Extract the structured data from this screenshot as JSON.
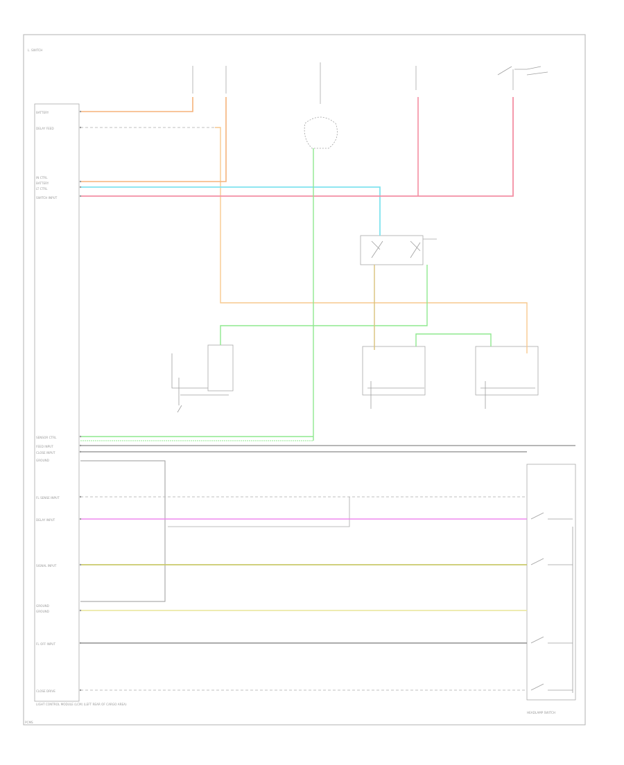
{
  "diagram": {
    "colors": {
      "orange": "#f5b27a",
      "light_orange": "#f7c98e",
      "cyan": "#7fe3ef",
      "pink": "#f38ea2",
      "green": "#8ee88e",
      "magenta": "#ee88ee",
      "olive": "#d4d27a",
      "yellow": "#ebe8a6",
      "gray": "#9a9a9a"
    },
    "labels": {
      "top_left": "L. SWITCH",
      "footer_corner": "PCMS",
      "left_box_footer": "LIGHT CONTROL MODULE (LCM) (LEFT REAR OF CARGO AREA)",
      "right_box_footer": "HEADLAMP SWITCH",
      "rows": [
        "BATTERY",
        "DELAY FEED",
        "IN CTRL",
        "BATTERY",
        "LT CTRL",
        "SWITCH INPUT",
        "SENSOR CTRL",
        "FEED INPUT",
        "CLOSE INPUT",
        "GROUND",
        "FL SENSE INPUT",
        "DELAY INPUT",
        "SIGNAL INPUT",
        "GROUND",
        "GROUND",
        "FL OFF INPUT",
        "CLOSE DRIVE"
      ]
    }
  }
}
